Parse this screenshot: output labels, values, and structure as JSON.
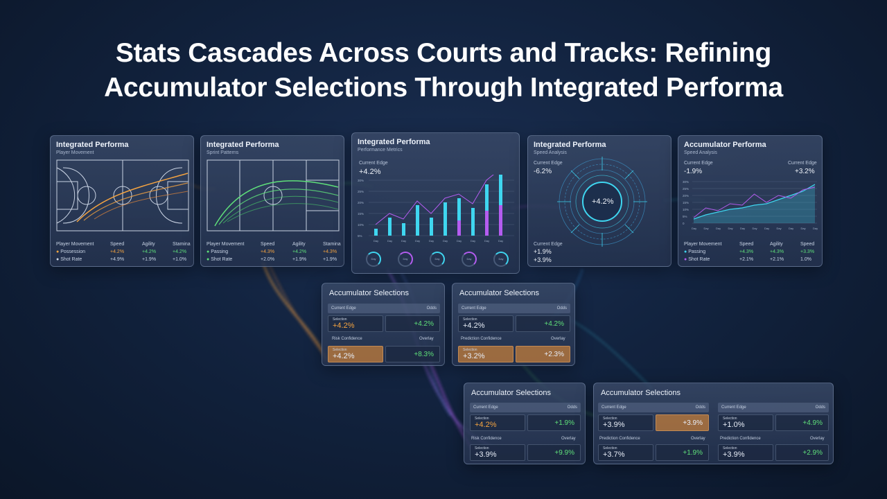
{
  "page": {
    "title_line1": "Stats Cascades Across Courts and Tracks: Refining",
    "title_line2": "Accumulator Selections Through Integrated Performa"
  },
  "colors": {
    "orange": "#f5a441",
    "green": "#5fe07a",
    "cyan": "#3fd6f0",
    "purple": "#b45cf0",
    "accent_bg": "#b0763e"
  },
  "panels": {
    "p1": {
      "title": "Integrated Performa",
      "subtitle": "Player Movement",
      "footer_heading": "Player Movement",
      "col_headers": [
        "Speed",
        "Agility",
        "Stamina"
      ],
      "rows": [
        {
          "label": "Possession",
          "values": [
            "+4.2%",
            "+4.2%",
            "+4.2%"
          ]
        },
        {
          "label": "Shot Rate",
          "values": [
            "+4.9%",
            "+1.9%",
            "+1.0%"
          ]
        }
      ]
    },
    "p2": {
      "title": "Integrated Performa",
      "subtitle": "Sprint Patterns",
      "footer_heading": "Player Movement",
      "col_headers": [
        "Speed",
        "Agility",
        "Stamina"
      ],
      "rows": [
        {
          "label": "Passing",
          "values": [
            "+4.3%",
            "+4.2%",
            "+4.3%"
          ]
        },
        {
          "label": "Shot Rate",
          "values": [
            "+2.0%",
            "+1.9%",
            "+1.9%"
          ]
        }
      ]
    },
    "p3": {
      "title": "Integrated Performa",
      "subtitle": "Performance Metrics",
      "metric_label": "Current Edge",
      "metric_value": "+4.2%",
      "y_ticks": [
        "30%",
        "25%",
        "20%",
        "15%",
        "10%",
        "5%"
      ],
      "x_ticks": [
        "Day",
        "Day",
        "Day",
        "Day",
        "Day",
        "Day",
        "Day",
        "Day",
        "Day",
        "Day"
      ],
      "ring_labels": [
        "Day",
        "Day",
        "Day",
        "Day",
        "Day"
      ]
    },
    "p4": {
      "title": "Integrated Performa",
      "subtitle": "Speed Analysis",
      "metric_label": "Current Edge",
      "metric_value": "-6.2%",
      "center_value": "+4.2%",
      "bottom_label": "Current Edge",
      "bottom_values": [
        "+1.9%",
        "+3.9%"
      ]
    },
    "p5": {
      "title": "Accumulator Performa",
      "subtitle": "Speed Analysis",
      "left_label": "Current Edge",
      "left_value": "-1.9%",
      "right_label": "Current Edge",
      "right_value": "+3.2%",
      "y_ticks": [
        "30%",
        "25%",
        "20%",
        "15%",
        "10%",
        "5%",
        "0"
      ],
      "x_ticks": [
        "Day",
        "Day",
        "Day",
        "Day",
        "Day",
        "Day",
        "Day",
        "Day",
        "Day",
        "Day",
        "Day"
      ],
      "footer_heading": "Player Movement",
      "col_headers": [
        "Speed",
        "Agility",
        "Speed"
      ],
      "rows": [
        {
          "label": "Passing",
          "values": [
            "+4.3%",
            "+4.3%",
            "+3.3%"
          ]
        },
        {
          "label": "Shot Rate",
          "values": [
            "+2.1%",
            "+2.1%",
            "1.0%"
          ]
        }
      ]
    }
  },
  "accumulators": {
    "a1": {
      "title": "Accumulator Selections",
      "hdr1_left": "Current Edge",
      "hdr1_right": "Odds",
      "cell1_label": "Selection",
      "cell1_value": "+4.2%",
      "cell1r_value": "+4.2%",
      "sec2_left": "Risk Confidence",
      "sec2_right": "Overlay",
      "cell2_label": "Selection",
      "cell2_value": "+4.2%",
      "cell2r_value": "+8.3%"
    },
    "a2": {
      "title": "Accumulator Selections",
      "hdr1_left": "Current Edge",
      "hdr1_right": "Odds",
      "cell1_label": "Selection",
      "cell1_value": "+4.2%",
      "cell1r_value": "+4.2%",
      "sec2_left": "Prediction Confidence",
      "sec2_right": "Overlay",
      "cell2_label": "Selection",
      "cell2_value": "+3.2%",
      "cell2r_value": "+2.3%"
    },
    "a3": {
      "title": "Accumulator Selections",
      "hdr1_left": "Current Edge",
      "hdr1_right": "Odds",
      "cell1_label": "Selection",
      "cell1_value": "+4.2%",
      "cell1r_value": "+1.9%",
      "sec2_left": "Risk Confidence",
      "sec2_right": "Overlay",
      "cell2_label": "Selection",
      "cell2_value": "+3.9%",
      "cell2r_value": "+9.9%"
    },
    "a4": {
      "title": "Accumulator Selections",
      "left": {
        "hdr_left": "Current Edge",
        "hdr_right": "Odds",
        "cell1_label": "Selection",
        "cell1_value": "+3.9%",
        "cell1r_value": "+3.9%",
        "sec2_left": "Prediction Confidence",
        "sec2_right": "Overlay",
        "cell2_label": "Selection",
        "cell2_value": "+3.7%",
        "cell2r_value": "+1.9%"
      },
      "right": {
        "hdr_left": "Current Edge",
        "hdr_right": "Odds",
        "cell1_label": "Selection",
        "cell1_value": "+1.0%",
        "cell1r_value": "+4.9%",
        "sec2_left": "Prediction Confidence",
        "sec2_right": "Overlay",
        "cell2_label": "Selection",
        "cell2_value": "+3.9%",
        "cell2r_value": "+2.9%"
      }
    }
  }
}
